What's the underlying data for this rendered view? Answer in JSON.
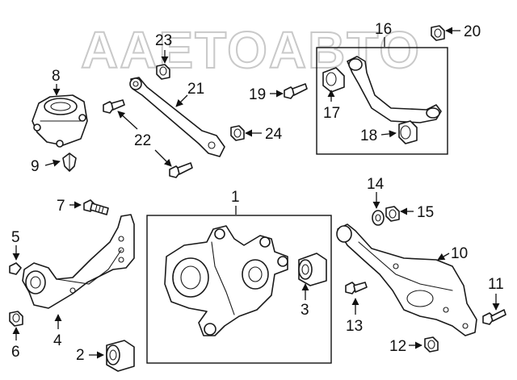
{
  "watermark": {
    "text": "AAETOABTO"
  },
  "callouts": [
    {
      "id": "1",
      "label": "1"
    },
    {
      "id": "2",
      "label": "2"
    },
    {
      "id": "3",
      "label": "3"
    },
    {
      "id": "4",
      "label": "4"
    },
    {
      "id": "5",
      "label": "5"
    },
    {
      "id": "6",
      "label": "6"
    },
    {
      "id": "7",
      "label": "7"
    },
    {
      "id": "8",
      "label": "8"
    },
    {
      "id": "9",
      "label": "9"
    },
    {
      "id": "10",
      "label": "10"
    },
    {
      "id": "11",
      "label": "11"
    },
    {
      "id": "12",
      "label": "12"
    },
    {
      "id": "13",
      "label": "13"
    },
    {
      "id": "14",
      "label": "14"
    },
    {
      "id": "15",
      "label": "15"
    },
    {
      "id": "16",
      "label": "16"
    },
    {
      "id": "17",
      "label": "17"
    },
    {
      "id": "18",
      "label": "18"
    },
    {
      "id": "19",
      "label": "19"
    },
    {
      "id": "20",
      "label": "20"
    },
    {
      "id": "21",
      "label": "21"
    },
    {
      "id": "22",
      "label": "22"
    },
    {
      "id": "23",
      "label": "23"
    },
    {
      "id": "24",
      "label": "24"
    }
  ]
}
